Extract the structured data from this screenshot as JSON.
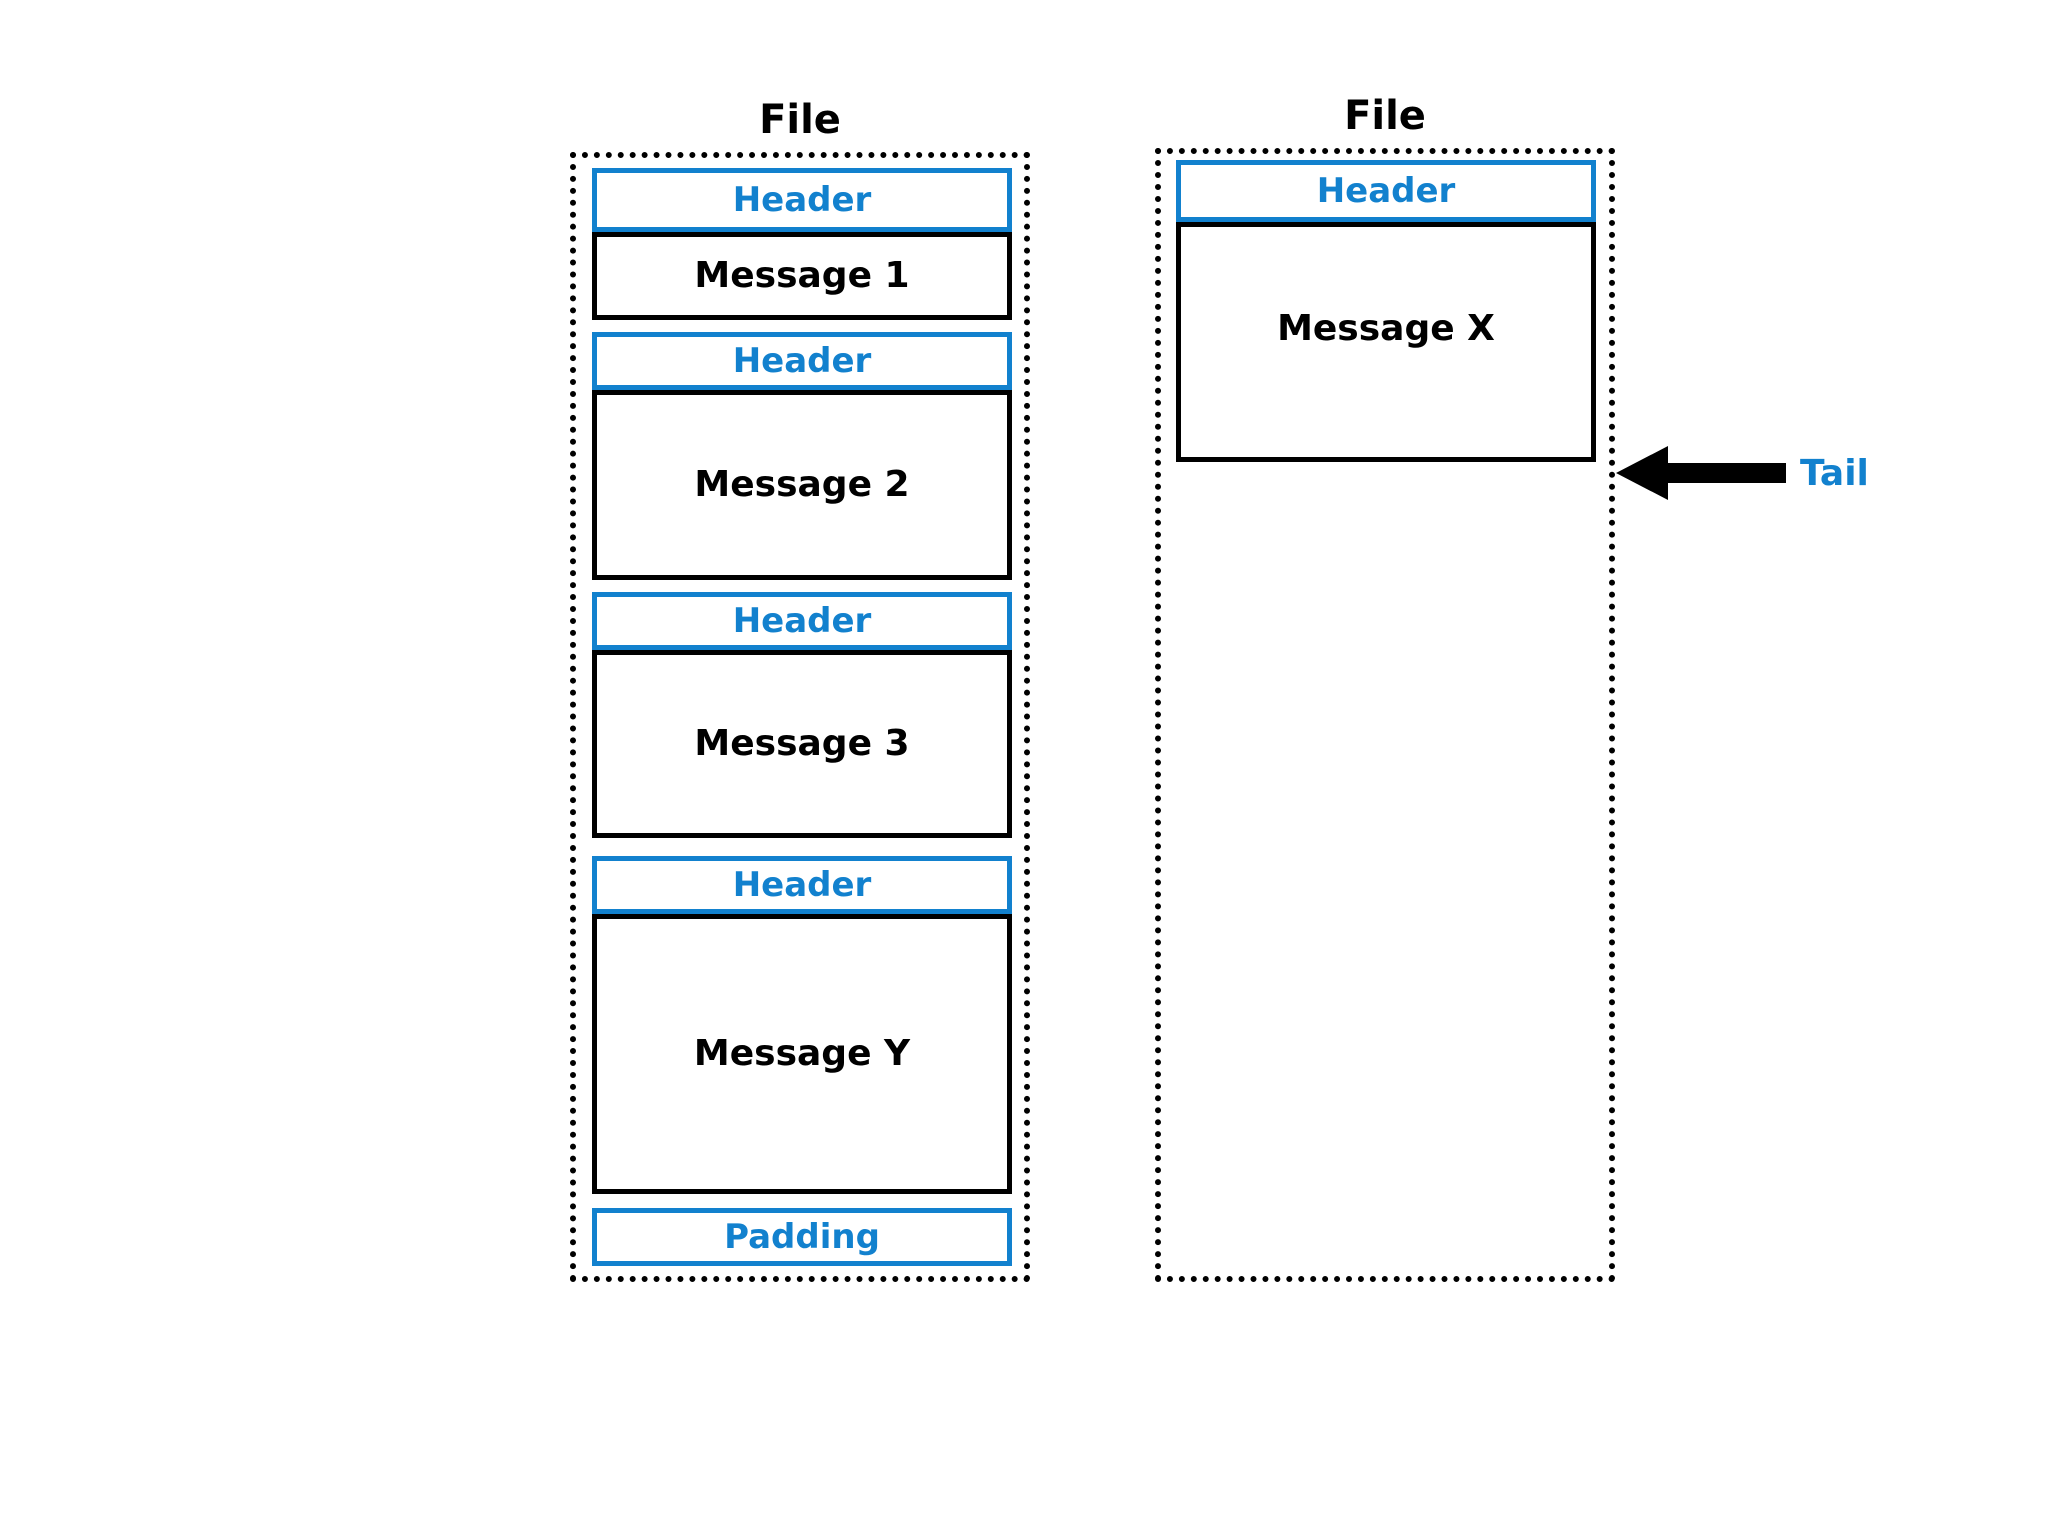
{
  "diagram": {
    "type": "storage-file-layout",
    "background_color": "#ffffff",
    "accent_color": "#1281ce",
    "outline_color": "#000000"
  },
  "files": [
    {
      "title": "File",
      "segments": [
        {
          "kind": "header",
          "label": "Header"
        },
        {
          "kind": "message",
          "label": "Message 1"
        },
        {
          "kind": "header",
          "label": "Header"
        },
        {
          "kind": "message",
          "label": "Message 2"
        },
        {
          "kind": "header",
          "label": "Header"
        },
        {
          "kind": "message",
          "label": "Message 3"
        },
        {
          "kind": "header",
          "label": "Header"
        },
        {
          "kind": "message",
          "label": "Message Y"
        },
        {
          "kind": "padding",
          "label": "Padding"
        }
      ]
    },
    {
      "title": "File",
      "segments": [
        {
          "kind": "header",
          "label": "Header"
        },
        {
          "kind": "message",
          "label": "Message X"
        }
      ]
    }
  ],
  "annotations": {
    "tail": {
      "label": "Tail",
      "color": "#1281ce",
      "arrow_color": "#000000",
      "direction": "left"
    }
  }
}
